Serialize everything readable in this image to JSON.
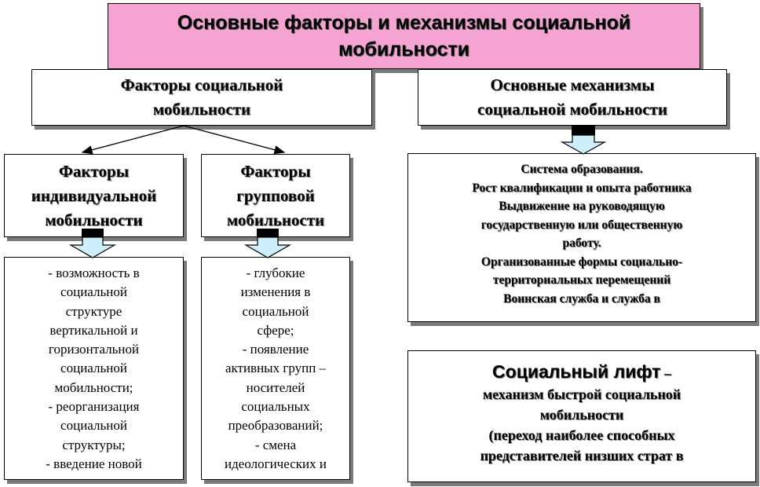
{
  "title": "Основные факторы и механизмы социальной мобильности",
  "factors_header": "Факторы социальной\nмобильности",
  "mechanisms_header": "Основные механизмы\nсоциальной мобильности",
  "individual_header": "Факторы\nиндивидуальной\nмобильности",
  "group_header": "Факторы\nгрупповой\nмобильности",
  "individual_list": "- возможность в\nсоциальной\nструктуре\nвертикальной и\nгоризонтальной\nсоциальной\nмобильности;\n- реорганизация\nсоциальной\nструктуры;\n- введение новой",
  "group_list": "- глубокие\nизменения в\nсоциальной\nсфере;\n- появление\nактивных групп –\nносителей\nсоциальных\nпреобразований;\n- смена\nидеологических и",
  "mechanisms_list": [
    "Система образования.",
    "Рост квалификации и опыта работника",
    "Выдвижение на руководящую",
    "государственную или общественную",
    "работу.",
    "Организованные формы социально-",
    "территориальных перемещений",
    "Воинская служба и служба в"
  ],
  "lift_title": "Социальный лифт",
  "lift_dash": " –",
  "lift_body": "механизм быстрой социальной\nмобильности\n(переход наиболее способных\nпредставителей низших страт в",
  "colors": {
    "title_fill": "#f5a3d3",
    "arrow_fill": "#cceffb",
    "shadow": "#7a7a7a"
  }
}
